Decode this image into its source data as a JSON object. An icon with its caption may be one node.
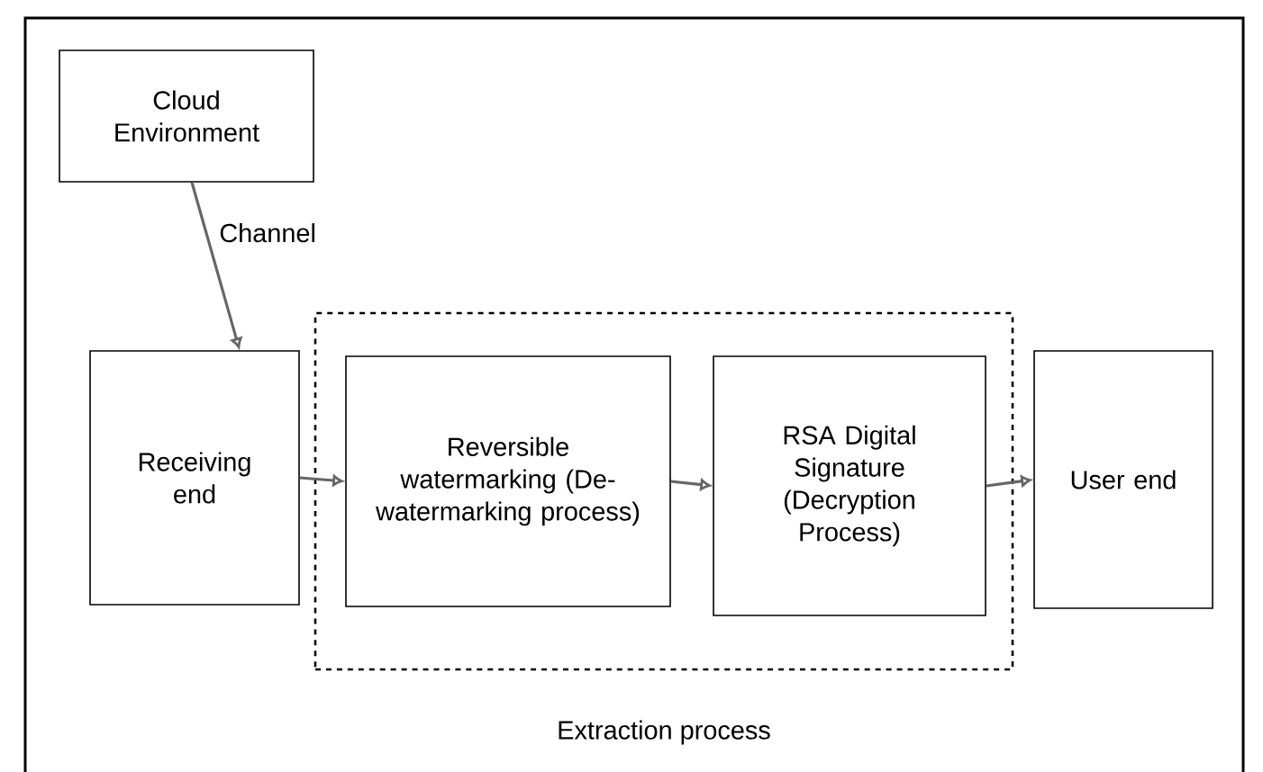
{
  "diagram": {
    "nodes": [
      {
        "text": [
          "Cloud Environment"
        ]
      },
      {
        "text": [
          "Receiving end"
        ]
      },
      {
        "text": [
          "Extraction process"
        ]
      },
      {
        "text": [
          "Reversible watermarking (De-watermarking process)"
        ],
        "in": 2
      },
      {
        "text": [
          "RSA Digital Signature (Decryption Process)"
        ],
        "in": 2
      },
      {
        "text": [
          "User end"
        ]
      }
    ],
    "edges": [
      {
        "from": 0,
        "to": 1,
        "arrow": "to",
        "label": "Channel"
      },
      {
        "from": 1,
        "to": 3,
        "arrow": "to"
      },
      {
        "from": 3,
        "to": 4,
        "arrow": "to"
      },
      {
        "from": 4,
        "to": 5,
        "arrow": "to"
      }
    ]
  }
}
